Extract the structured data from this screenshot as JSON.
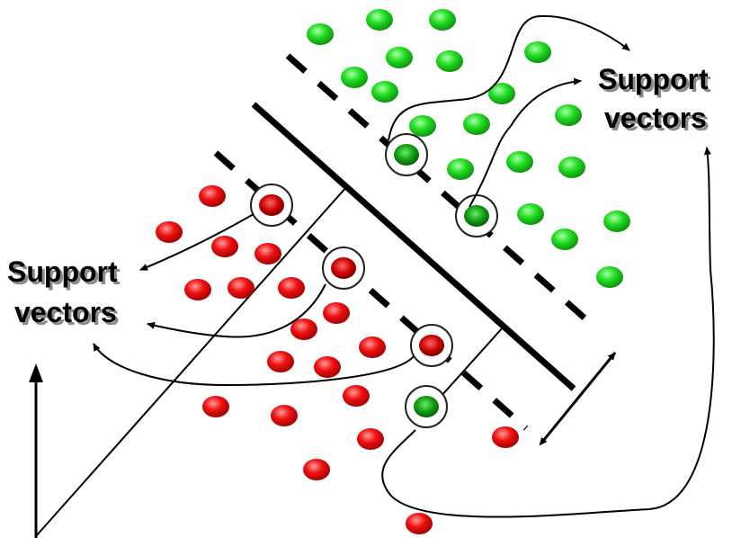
{
  "labels": {
    "support_vectors_right_line1": "Support",
    "support_vectors_right_line2": "vectors",
    "support_vectors_left_line1": "Support",
    "support_vectors_left_line2": "vectors"
  },
  "colors": {
    "class_green": "#22cc22",
    "class_red": "#ee1111",
    "line": "#000000",
    "halo": "#ffffff"
  }
}
